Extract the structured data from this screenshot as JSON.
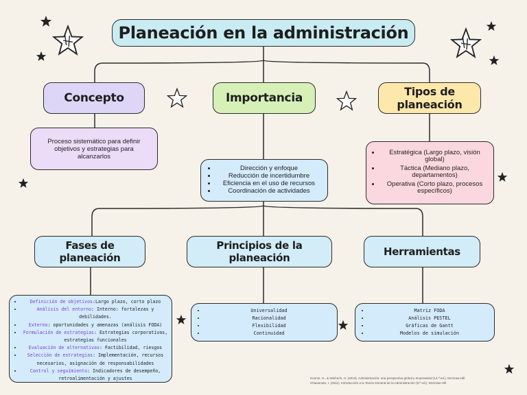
{
  "title": "Planeación en la administración",
  "concepto": {
    "heading": "Concepto",
    "text": "Proceso sistemático para definir objetivos y estrategias para alcanzarlos"
  },
  "importancia": {
    "heading": "Importancia",
    "items": [
      "Dirección y enfoque",
      "Reducción de incertidumbre",
      "Eficiencia en el uso de recursos",
      "Coordinación de actividades"
    ]
  },
  "tipos": {
    "heading": "Tipos de planeación",
    "items": [
      "Estratégica (Largo plazo, visión global)",
      "Táctica (Mediano plazo, departamentos)",
      "Operativa (Corto plazo, procesos específicos)"
    ]
  },
  "fases": {
    "heading": "Fases de planeación",
    "items": [
      {
        "label": "Definición de objetivos",
        "text": ":Largo plazo, corto plazo"
      },
      {
        "label": "Análisis del entorno",
        "text": ": Interno: fortalezas y debilidades."
      },
      {
        "label": "Externo",
        "text": ": oportunidades y amenazas (análisis FODA)"
      },
      {
        "label": "Formulación de estrategias",
        "text": ": Estrategias corporativas, estrategias funcionales"
      },
      {
        "label": "Evaluación de alternativas",
        "text": ": Factibilidad, riesgos"
      },
      {
        "label": "Selección de estrategias",
        "text": ": Implementación, recursos necesarios, asignación de responsabilidades"
      },
      {
        "label": "Control y seguimiento",
        "text": ": Indicadores de desempeño, retroalimentación y ajustes"
      }
    ]
  },
  "principios": {
    "heading": "Principios de la planeación",
    "items": [
      "Universalidad",
      "Racionalidad",
      "Flexibilidad",
      "Continuidad"
    ]
  },
  "herramientas": {
    "heading": "Herramientas",
    "items": [
      "Matriz FODA",
      "Análisis PESTEL",
      "Gráficas de Gantt",
      "Modelos de simulación"
    ]
  },
  "references": [
    "Koontz, H., & Weihrich, H. (2013). Administración: una perspectiva global y empresarial (14.ª ed.). McGraw-Hill.",
    "Chiavenato, I. (2011). Introducción a la Teoría General de la Administración (8.ª ed.). McGraw-Hill"
  ],
  "colors": {
    "title_bg": "#c9ecf2",
    "concepto_bg": "#ddd6f7",
    "importancia_bg": "#d6f0b8",
    "tipos_bg": "#fde8ac",
    "lower_headers_bg": "#d2ecf8",
    "tipos_content_bg": "#fbd8df",
    "highlight_text": "#7a3fd6",
    "background": "#f6f2ea"
  }
}
